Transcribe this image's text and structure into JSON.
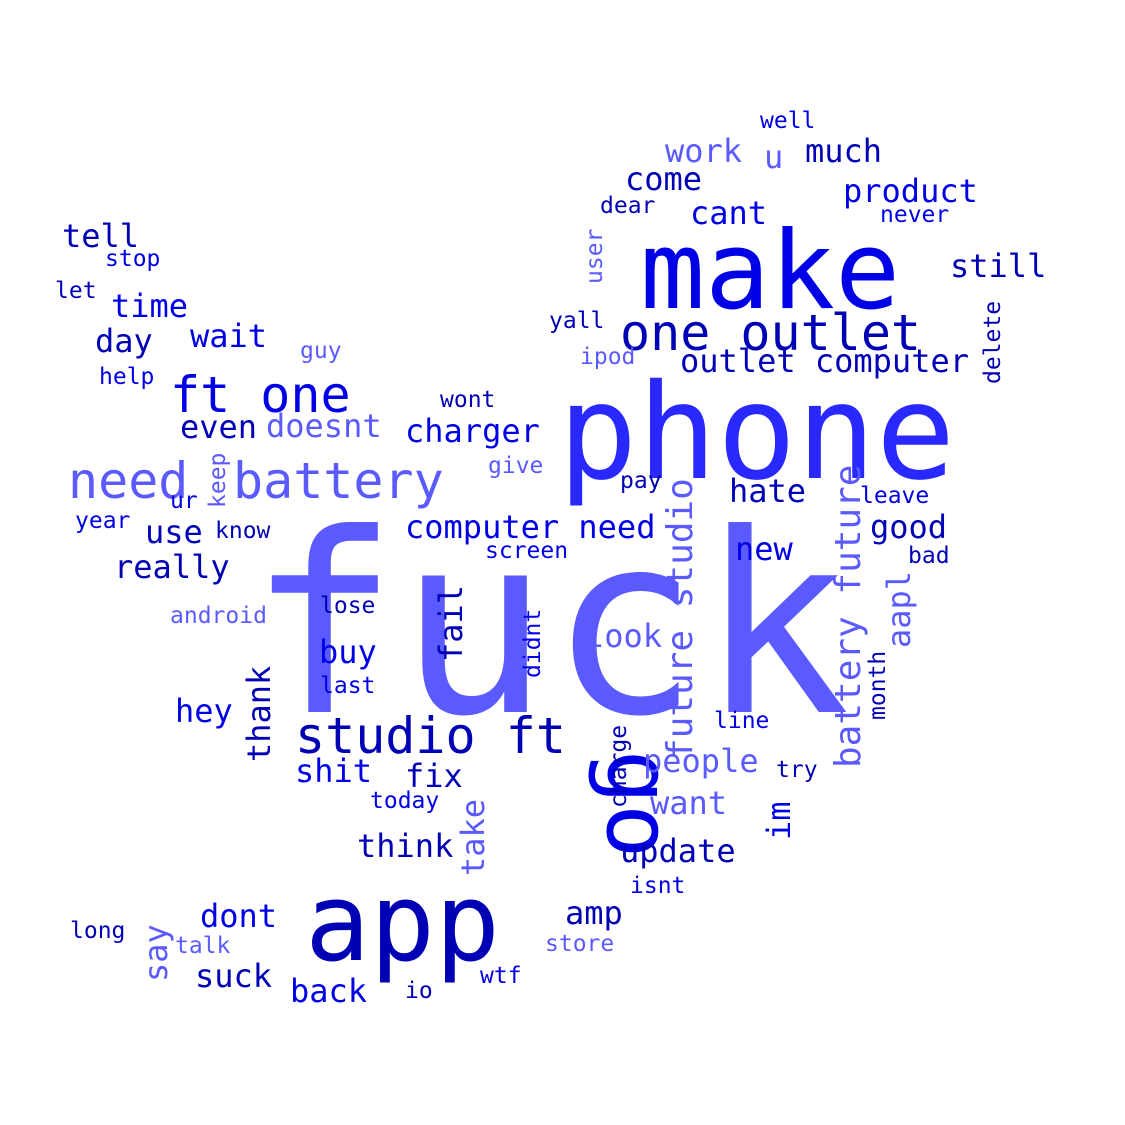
{
  "palette": {
    "background": "#ffffff",
    "dark_blue": "#0000b4",
    "blue": "#0000e6",
    "medium_blue": "#2828ff",
    "light_blue": "#5a5aff"
  },
  "words": [
    {
      "text": "fuck",
      "weight": 100,
      "color": "light_blue"
    },
    {
      "text": "phone",
      "weight": 70,
      "color": "medium_blue"
    },
    {
      "text": "make",
      "weight": 52,
      "color": "blue"
    },
    {
      "text": "app",
      "weight": 50,
      "color": "dark_blue"
    },
    {
      "text": "go",
      "weight": 38,
      "color": "blue"
    },
    {
      "text": "one outlet",
      "weight": 24,
      "color": "dark_blue"
    },
    {
      "text": "ft one",
      "weight": 24,
      "color": "blue"
    },
    {
      "text": "studio ft",
      "weight": 24,
      "color": "dark_blue"
    },
    {
      "text": "need",
      "weight": 24,
      "color": "light_blue"
    },
    {
      "text": "battery",
      "weight": 24,
      "color": "light_blue"
    },
    {
      "text": "battery future",
      "weight": 18,
      "color": "light_blue"
    },
    {
      "text": "future studio",
      "weight": 18,
      "color": "light_blue"
    },
    {
      "text": "computer need",
      "weight": 17,
      "color": "blue"
    },
    {
      "text": "outlet computer",
      "weight": 17,
      "color": "dark_blue"
    },
    {
      "text": "product",
      "weight": 17,
      "color": "blue"
    },
    {
      "text": "still",
      "weight": 17,
      "color": "dark_blue"
    },
    {
      "text": "much",
      "weight": 17,
      "color": "dark_blue"
    },
    {
      "text": "work",
      "weight": 17,
      "color": "light_blue"
    },
    {
      "text": "come",
      "weight": 17,
      "color": "dark_blue"
    },
    {
      "text": "cant",
      "weight": 17,
      "color": "blue"
    },
    {
      "text": "charger",
      "weight": 17,
      "color": "blue"
    },
    {
      "text": "doesnt",
      "weight": 17,
      "color": "light_blue"
    },
    {
      "text": "even",
      "weight": 17,
      "color": "dark_blue"
    },
    {
      "text": "tell",
      "weight": 17,
      "color": "dark_blue"
    },
    {
      "text": "time",
      "weight": 17,
      "color": "blue"
    },
    {
      "text": "wait",
      "weight": 17,
      "color": "blue"
    },
    {
      "text": "day",
      "weight": 17,
      "color": "dark_blue"
    },
    {
      "text": "use",
      "weight": 17,
      "color": "dark_blue"
    },
    {
      "text": "really",
      "weight": 17,
      "color": "dark_blue"
    },
    {
      "text": "hate",
      "weight": 17,
      "color": "dark_blue"
    },
    {
      "text": "good",
      "weight": 17,
      "color": "dark_blue"
    },
    {
      "text": "new",
      "weight": 17,
      "color": "blue"
    },
    {
      "text": "aapl",
      "weight": 17,
      "color": "light_blue"
    },
    {
      "text": "look",
      "weight": 17,
      "color": "light_blue"
    },
    {
      "text": "fail",
      "weight": 17,
      "color": "dark_blue"
    },
    {
      "text": "buy",
      "weight": 17,
      "color": "blue"
    },
    {
      "text": "hey",
      "weight": 17,
      "color": "blue"
    },
    {
      "text": "thank",
      "weight": 17,
      "color": "dark_blue"
    },
    {
      "text": "shit",
      "weight": 17,
      "color": "blue"
    },
    {
      "text": "fix",
      "weight": 17,
      "color": "dark_blue"
    },
    {
      "text": "people",
      "weight": 17,
      "color": "light_blue"
    },
    {
      "text": "want",
      "weight": 17,
      "color": "light_blue"
    },
    {
      "text": "im",
      "weight": 17,
      "color": "blue"
    },
    {
      "text": "update",
      "weight": 17,
      "color": "dark_blue"
    },
    {
      "text": "think",
      "weight": 17,
      "color": "dark_blue"
    },
    {
      "text": "take",
      "weight": 17,
      "color": "light_blue"
    },
    {
      "text": "dont",
      "weight": 17,
      "color": "blue"
    },
    {
      "text": "amp",
      "weight": 17,
      "color": "dark_blue"
    },
    {
      "text": "say",
      "weight": 17,
      "color": "light_blue"
    },
    {
      "text": "suck",
      "weight": 17,
      "color": "dark_blue"
    },
    {
      "text": "back",
      "weight": 17,
      "color": "blue"
    },
    {
      "text": "u",
      "weight": 17,
      "color": "light_blue"
    },
    {
      "text": "well",
      "weight": 12,
      "color": "blue"
    },
    {
      "text": "dear",
      "weight": 12,
      "color": "dark_blue"
    },
    {
      "text": "never",
      "weight": 12,
      "color": "blue"
    },
    {
      "text": "user",
      "weight": 12,
      "color": "light_blue"
    },
    {
      "text": "stop",
      "weight": 12,
      "color": "blue"
    },
    {
      "text": "let",
      "weight": 12,
      "color": "dark_blue"
    },
    {
      "text": "yall",
      "weight": 12,
      "color": "dark_blue"
    },
    {
      "text": "delete",
      "weight": 12,
      "color": "dark_blue"
    },
    {
      "text": "guy",
      "weight": 12,
      "color": "light_blue"
    },
    {
      "text": "ipod",
      "weight": 12,
      "color": "light_blue"
    },
    {
      "text": "help",
      "weight": 12,
      "color": "blue"
    },
    {
      "text": "wont",
      "weight": 12,
      "color": "dark_blue"
    },
    {
      "text": "give",
      "weight": 12,
      "color": "light_blue"
    },
    {
      "text": "keep",
      "weight": 12,
      "color": "light_blue"
    },
    {
      "text": "pay",
      "weight": 12,
      "color": "dark_blue"
    },
    {
      "text": "leave",
      "weight": 12,
      "color": "blue"
    },
    {
      "text": "ur",
      "weight": 12,
      "color": "blue"
    },
    {
      "text": "year",
      "weight": 12,
      "color": "blue"
    },
    {
      "text": "know",
      "weight": 12,
      "color": "dark_blue"
    },
    {
      "text": "screen",
      "weight": 12,
      "color": "blue"
    },
    {
      "text": "bad",
      "weight": 12,
      "color": "dark_blue"
    },
    {
      "text": "android",
      "weight": 12,
      "color": "light_blue"
    },
    {
      "text": "lose",
      "weight": 12,
      "color": "dark_blue"
    },
    {
      "text": "didnt",
      "weight": 12,
      "color": "blue"
    },
    {
      "text": "last",
      "weight": 12,
      "color": "blue"
    },
    {
      "text": "month",
      "weight": 12,
      "color": "dark_blue"
    },
    {
      "text": "line",
      "weight": 12,
      "color": "blue"
    },
    {
      "text": "charge",
      "weight": 12,
      "color": "dark_blue"
    },
    {
      "text": "try",
      "weight": 12,
      "color": "dark_blue"
    },
    {
      "text": "today",
      "weight": 12,
      "color": "blue"
    },
    {
      "text": "isnt",
      "weight": 12,
      "color": "blue"
    },
    {
      "text": "long",
      "weight": 12,
      "color": "dark_blue"
    },
    {
      "text": "talk",
      "weight": 12,
      "color": "light_blue"
    },
    {
      "text": "store",
      "weight": 12,
      "color": "light_blue"
    },
    {
      "text": "wtf",
      "weight": 12,
      "color": "blue"
    },
    {
      "text": "io",
      "weight": 12,
      "color": "dark_blue"
    }
  ]
}
